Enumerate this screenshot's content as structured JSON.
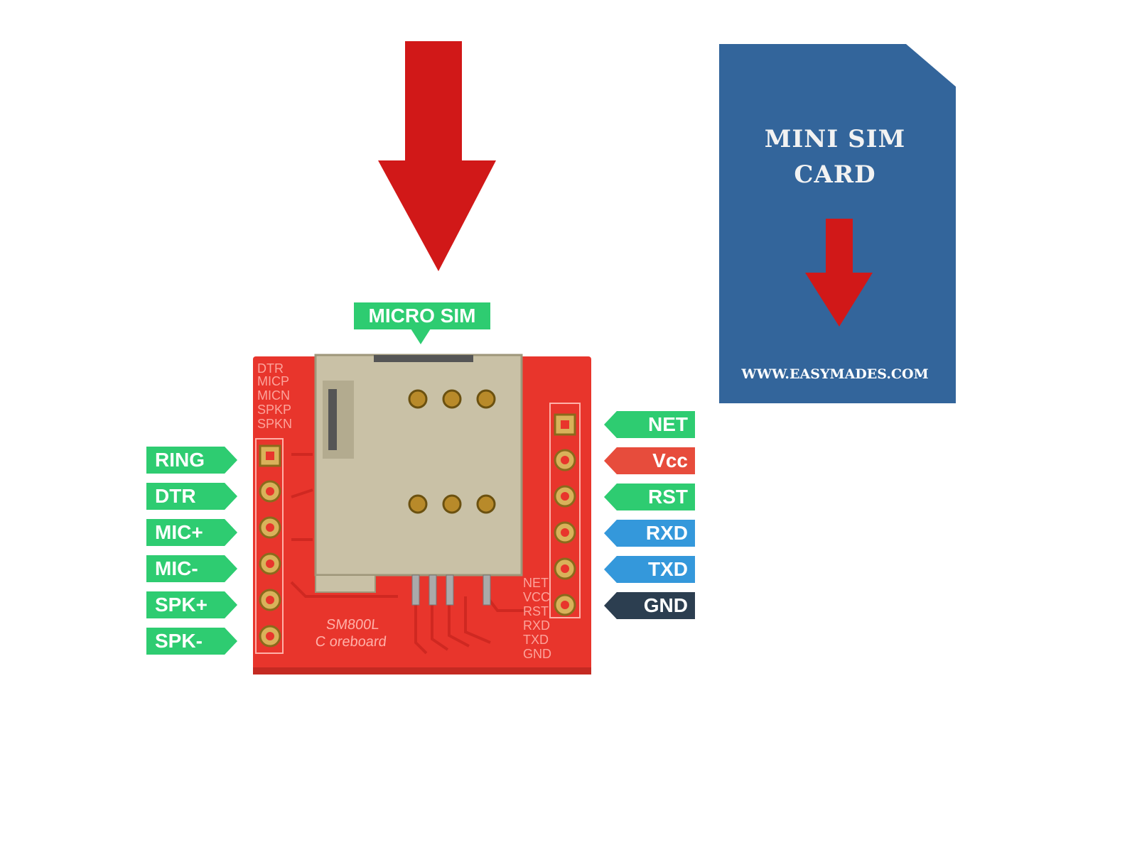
{
  "micro_sim_label": "MICRO SIM",
  "left_pins": [
    "RING",
    "DTR",
    "MIC+",
    "MIC-",
    "SPK+",
    "SPK-"
  ],
  "right_pins": [
    {
      "label": "NET",
      "color": "#2ecc71"
    },
    {
      "label": "Vcc",
      "color": "#e74c3c"
    },
    {
      "label": "RST",
      "color": "#2ecc71"
    },
    {
      "label": "RXD",
      "color": "#3498db"
    },
    {
      "label": "TXD",
      "color": "#3498db"
    },
    {
      "label": "GND",
      "color": "#2c3e50"
    }
  ],
  "board": {
    "model_line1": "SM800L",
    "model_line2": "C oreboard",
    "silk_left": [
      "DTR",
      "MICP",
      "MICN",
      "SPKP",
      "SPKN"
    ],
    "silk_right": [
      "NET",
      "VCC",
      "RST",
      "RXD",
      "TXD",
      "GND"
    ],
    "color": "#e8352c"
  },
  "mini_sim_card": {
    "title_line1": "MINI SIM",
    "title_line2": "CARD",
    "url": "WWW.EASYMADES.COM",
    "color": "#33659b"
  },
  "arrow_color": "#d11818"
}
